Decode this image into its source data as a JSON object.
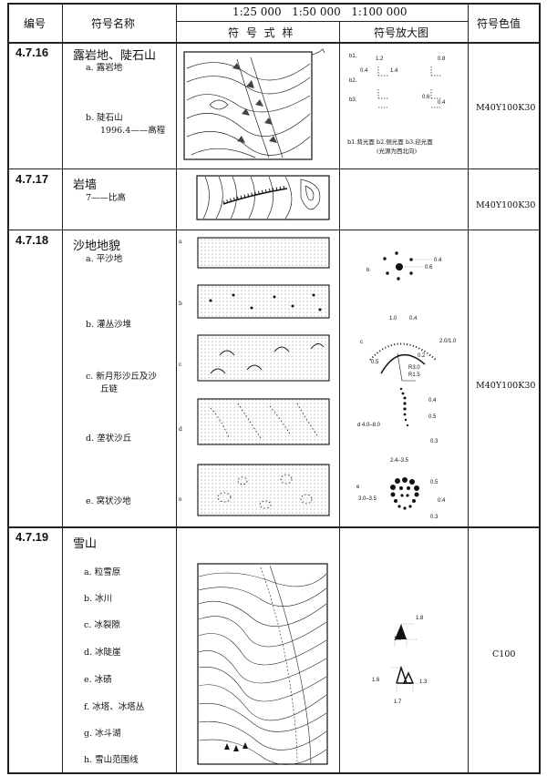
{
  "header": {
    "col_number": "编号",
    "col_name": "符号名称",
    "scales": "1:25 000   1:50 000   1:100 000",
    "col_sample": "符 号 式 样",
    "col_enlarged": "符号放大图",
    "col_color": "符号色值"
  },
  "rows": [
    {
      "number": "4.7.16",
      "title": "露岩地、陡石山",
      "items": [
        "a. 露岩地",
        "b. 陡石山",
        "1996.4——高程"
      ],
      "enlarged_labels": [
        "b1.",
        "b2.",
        "b3.",
        "1.2",
        "0.8",
        "0.4",
        "1.4",
        "0.6",
        "0.4"
      ],
      "enlarged_caption": "b1.背光面  b2.侧光面  b3.迎光面",
      "enlarged_note": "(光源为西北向)",
      "color": "M40Y100K30"
    },
    {
      "number": "4.7.17",
      "title": "岩墙",
      "items": [
        "7——比高"
      ],
      "color": "M40Y100K30"
    },
    {
      "number": "4.7.18",
      "title": "沙地地貌",
      "items": [
        "a. 平沙地",
        "b. 灌丛沙堆",
        "c.  新月形沙丘及沙",
        "丘链",
        "d.  垄状沙丘",
        "e.  窝状沙地"
      ],
      "sample_letters": [
        "a",
        "b",
        "c",
        "d",
        "e"
      ],
      "enlarged": {
        "b": [
          "b",
          "0.4",
          "0.6"
        ],
        "c": [
          "c",
          "1.0",
          "0.4",
          "2.0/1.0",
          "0.5",
          "0.2",
          "R3.0",
          "R1.5"
        ],
        "d": [
          "d  4.0–8.0",
          "0.4",
          "0.5",
          "0.3"
        ],
        "e": [
          "e",
          "2.4–3.5",
          "3.0–3.5",
          "0.5",
          "0.4",
          "0.3"
        ]
      },
      "color": "M40Y100K30"
    },
    {
      "number": "4.7.19",
      "title": "雪山",
      "items": [
        "a. 粒雪原",
        "b. 冰川",
        "c. 冰裂隙",
        "d. 冰陡崖",
        "e. 冰碛",
        "f. 冰塔、冰塔丛",
        "g. 冰斗湖",
        "h. 雪山范围线"
      ],
      "enlarged_labels": [
        "1.8",
        "1.0",
        "1.6",
        "1.3",
        "1.7"
      ],
      "color": "C100"
    }
  ]
}
